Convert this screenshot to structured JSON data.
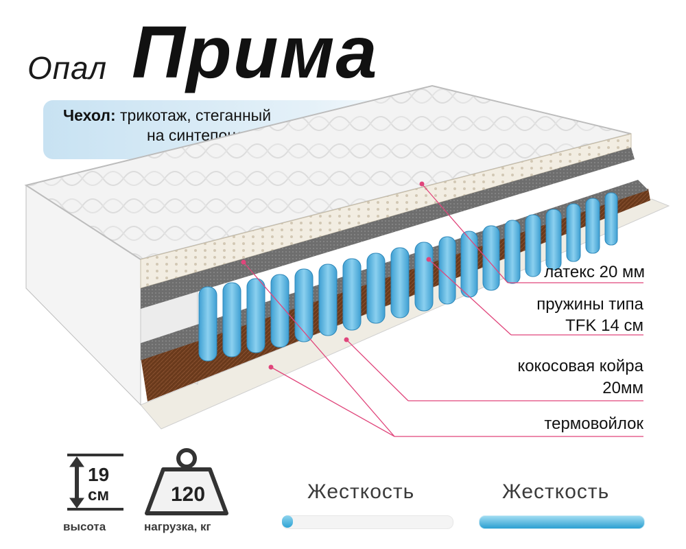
{
  "title": {
    "brand": "Опал",
    "model": "Прима"
  },
  "cover": {
    "label": "Чехол:",
    "text_line1": " трикотаж, стеганный",
    "text_line2": "на синтепоне 300гр"
  },
  "layers": {
    "latex": "латекс 20 мм",
    "springs_line1": "пружины типа",
    "springs_line2": "TFK 14 см",
    "coconut_line1": "кокосовая койра",
    "coconut_line2": "20мм",
    "felt": "термовойлок"
  },
  "specs": {
    "height_value": "19",
    "height_unit": "см",
    "height_caption": "высота",
    "load_value": "120",
    "load_caption": "нагрузка, кг"
  },
  "hardness": [
    {
      "title": "Жесткость",
      "level": 0.06
    },
    {
      "title": "Жесткость",
      "level": 1.0
    }
  ],
  "colors": {
    "spring_blue": "#5bb6e4",
    "coir_brown": "#6a3a1c",
    "felt_gray": "#6e6e6e",
    "highlight_pink": "#e0457b",
    "cover_box": "#cfe6f3"
  },
  "icons": [
    "height-arrow-icon",
    "weight-icon"
  ]
}
